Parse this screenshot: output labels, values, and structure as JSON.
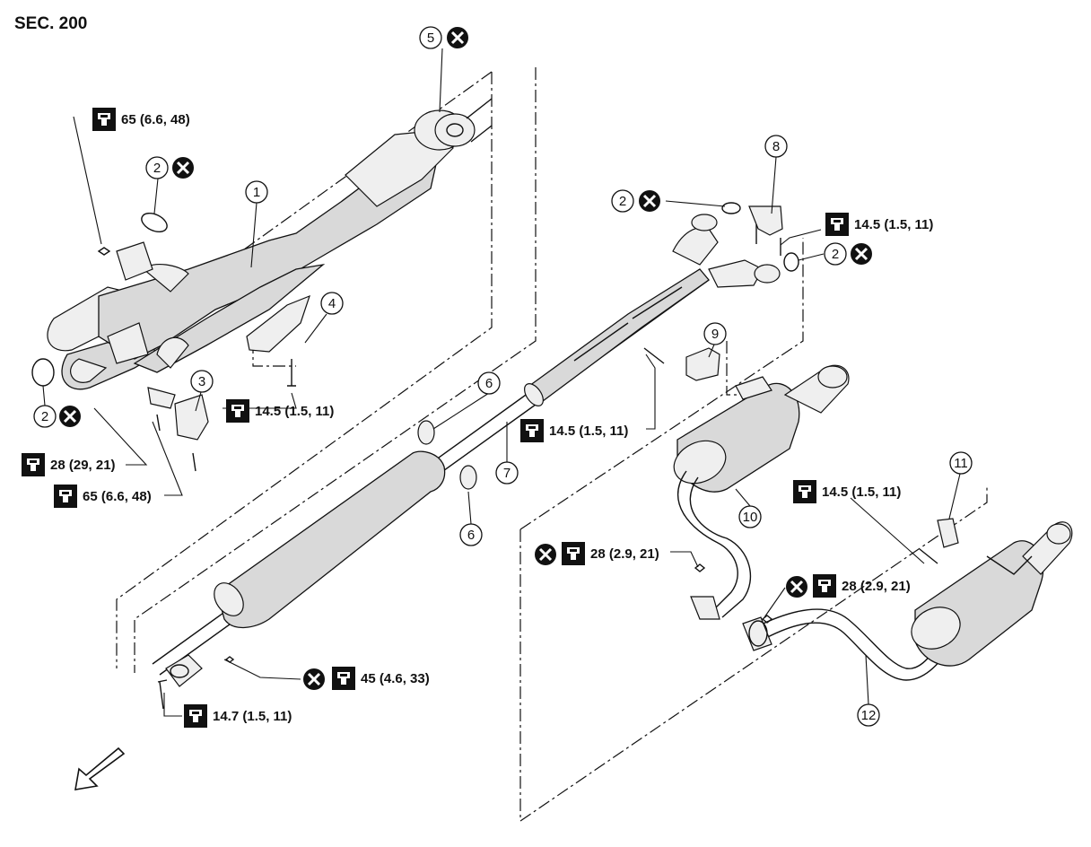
{
  "section_title": "SEC. 200",
  "callouts": {
    "c1": "1",
    "c2a": "2",
    "c2b": "2",
    "c2c": "2",
    "c2d": "2",
    "c3": "3",
    "c4": "4",
    "c5": "5",
    "c6a": "6",
    "c6b": "6",
    "c7": "7",
    "c8": "8",
    "c9": "9",
    "c10": "10",
    "c11": "11",
    "c12": "12"
  },
  "torques": {
    "t_65_top": "65 (6.6, 48)",
    "t_145_a": "14.5 (1.5, 11)",
    "t_28_left": "28 (29, 21)",
    "t_65_bottom": "65 (6.6, 48)",
    "t_145_b": "14.5 (1.5, 11)",
    "t_145_c": "14.5 (1.5, 11)",
    "t_28_mid": "28 (2.9, 21)",
    "t_145_d": "14.5 (1.5, 11)",
    "t_28_right": "28 (2.9, 21)",
    "t_45": "45 (4.6, 33)",
    "t_147": "14.7 (1.5, 11)"
  },
  "icons": [
    "torque-wrench-icon",
    "do-not-reuse-icon",
    "front-direction-arrow-icon"
  ]
}
